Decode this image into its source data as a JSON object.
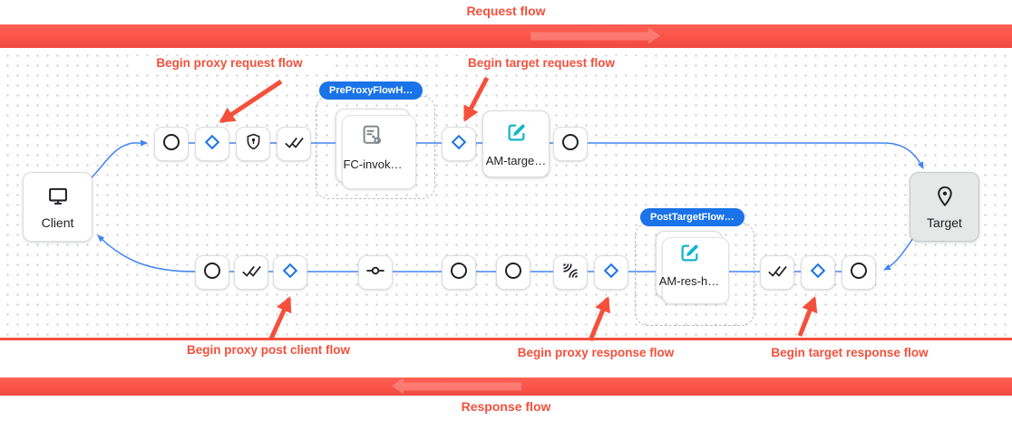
{
  "flow_bars": {
    "request_label": "Request flow",
    "response_label": "Response flow"
  },
  "endpoints": {
    "client": "Client",
    "target": "Target"
  },
  "badges": {
    "pre_proxy": "PreProxyFlowH…",
    "post_target": "PostTargetFlow…"
  },
  "policies": {
    "flow_callout": "FC-invok…",
    "assign_message_target": "AM-targe…",
    "assign_message_response": "AM-res-h…"
  },
  "annotations": {
    "proxy_request": "Begin proxy request flow",
    "target_request": "Begin target request flow",
    "proxy_post_client": "Begin proxy post client flow",
    "proxy_response": "Begin proxy response flow",
    "target_response": "Begin target response flow"
  },
  "colors": {
    "annotation_red": "#f4503c",
    "bar_red": "#fb5348",
    "badge_blue": "#1a73e8",
    "line_blue": "#4285f4",
    "policy_teal": "#12b5cb",
    "policy_gray": "#80868b"
  }
}
